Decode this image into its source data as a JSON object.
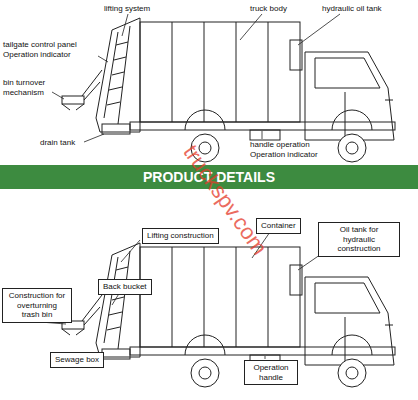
{
  "diagram": {
    "nodes": [
      {
        "text": [
          "PRODUCT DETAILS"
        ]
      },
      {
        "text": [
          "Lifting construction"
        ]
      },
      {
        "text": [
          "Container"
        ]
      },
      {
        "text": [
          "Oil tank for hydraulic construction"
        ]
      },
      {
        "text": [
          "Back bucket"
        ]
      },
      {
        "text": [
          "Construction for overturning trash bin"
        ]
      },
      {
        "text": [
          "Sewage box"
        ]
      },
      {
        "text": [
          "Operation handle"
        ]
      }
    ],
    "labels": [
      "lifting system",
      "truck body",
      "hydraulic oil tank",
      "tailgate control panel Operation indicator",
      "bin turnover mechanism",
      "drain tank",
      "handle operation Operation indicator",
      "truckspv.com"
    ]
  }
}
